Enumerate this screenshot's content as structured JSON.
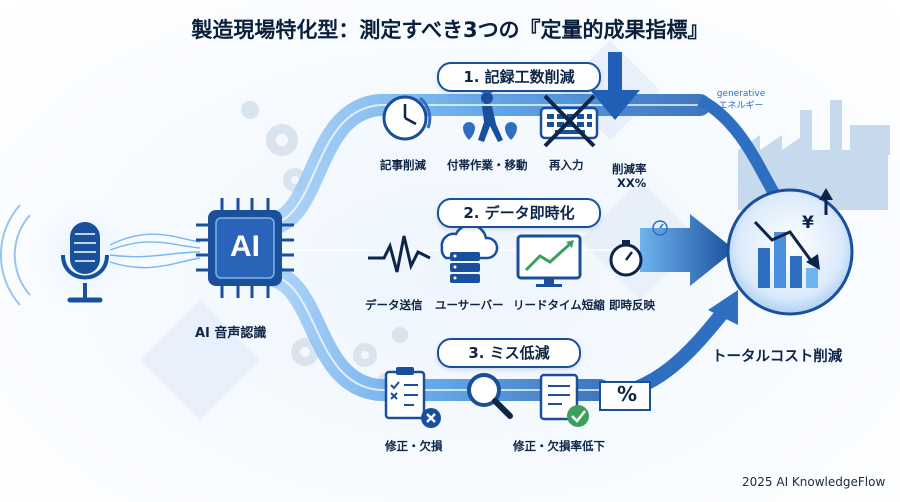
{
  "title": "製造現場特化型：測定すべき3つの『定量的成果指標』",
  "source": {
    "label": "AI 音声認識",
    "chip_text": "AI"
  },
  "goal": {
    "label": "トータルコスト削減"
  },
  "energy": {
    "line1": "generative",
    "line2": "エネルギー"
  },
  "footer": "2025 AI KnowledgeFlow",
  "branches": [
    {
      "heading": "1. 記録工数削減",
      "items": [
        "記事削減",
        "付帯作業・移動",
        "再入力"
      ],
      "result_line1": "削減率",
      "result_line2": "XX%"
    },
    {
      "heading": "2. データ即時化",
      "items": [
        "データ送信",
        "ユーサーバー",
        "リードタイム短縮",
        "即時反映"
      ]
    },
    {
      "heading": "3. ミス低減",
      "items": [
        "修正・欠損",
        "修正・欠損率低下"
      ],
      "result_symbol": "%"
    }
  ],
  "colors": {
    "navy": "#0d2547",
    "primary": "#1a4f9c",
    "flow": "#3b8fe0",
    "light": "#cfe4fa"
  }
}
